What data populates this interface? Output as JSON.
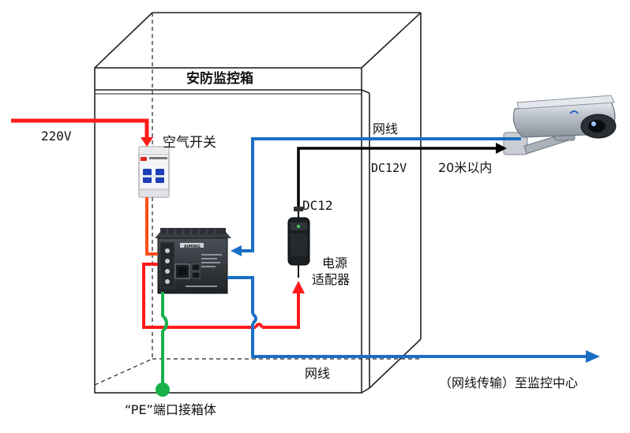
{
  "labels": {
    "box_title": "安防监控箱",
    "input_voltage": "220V",
    "air_switch": "空气开关",
    "network_cable_top": "网线",
    "dc12v": "DC12V",
    "distance": "20米以内",
    "dc12": "DC12",
    "adapter_line1": "电源",
    "adapter_line2": "适配器",
    "network_cable_bottom": "网线",
    "to_center": "（网线传输）至监控中心",
    "pe_note": "“PE”端口接箱体"
  },
  "device": {
    "brand_text": "AIMING"
  },
  "colors": {
    "power_line": "#ff1a1a",
    "network_line": "#1a6fc4",
    "dc_line": "#000000",
    "ground_line": "#17b24a",
    "box_edge": "#222222",
    "device_body": "#2b2f33"
  },
  "icons": [
    "arrow-icon",
    "camera-icon",
    "breaker-icon",
    "ground-dot-icon"
  ]
}
